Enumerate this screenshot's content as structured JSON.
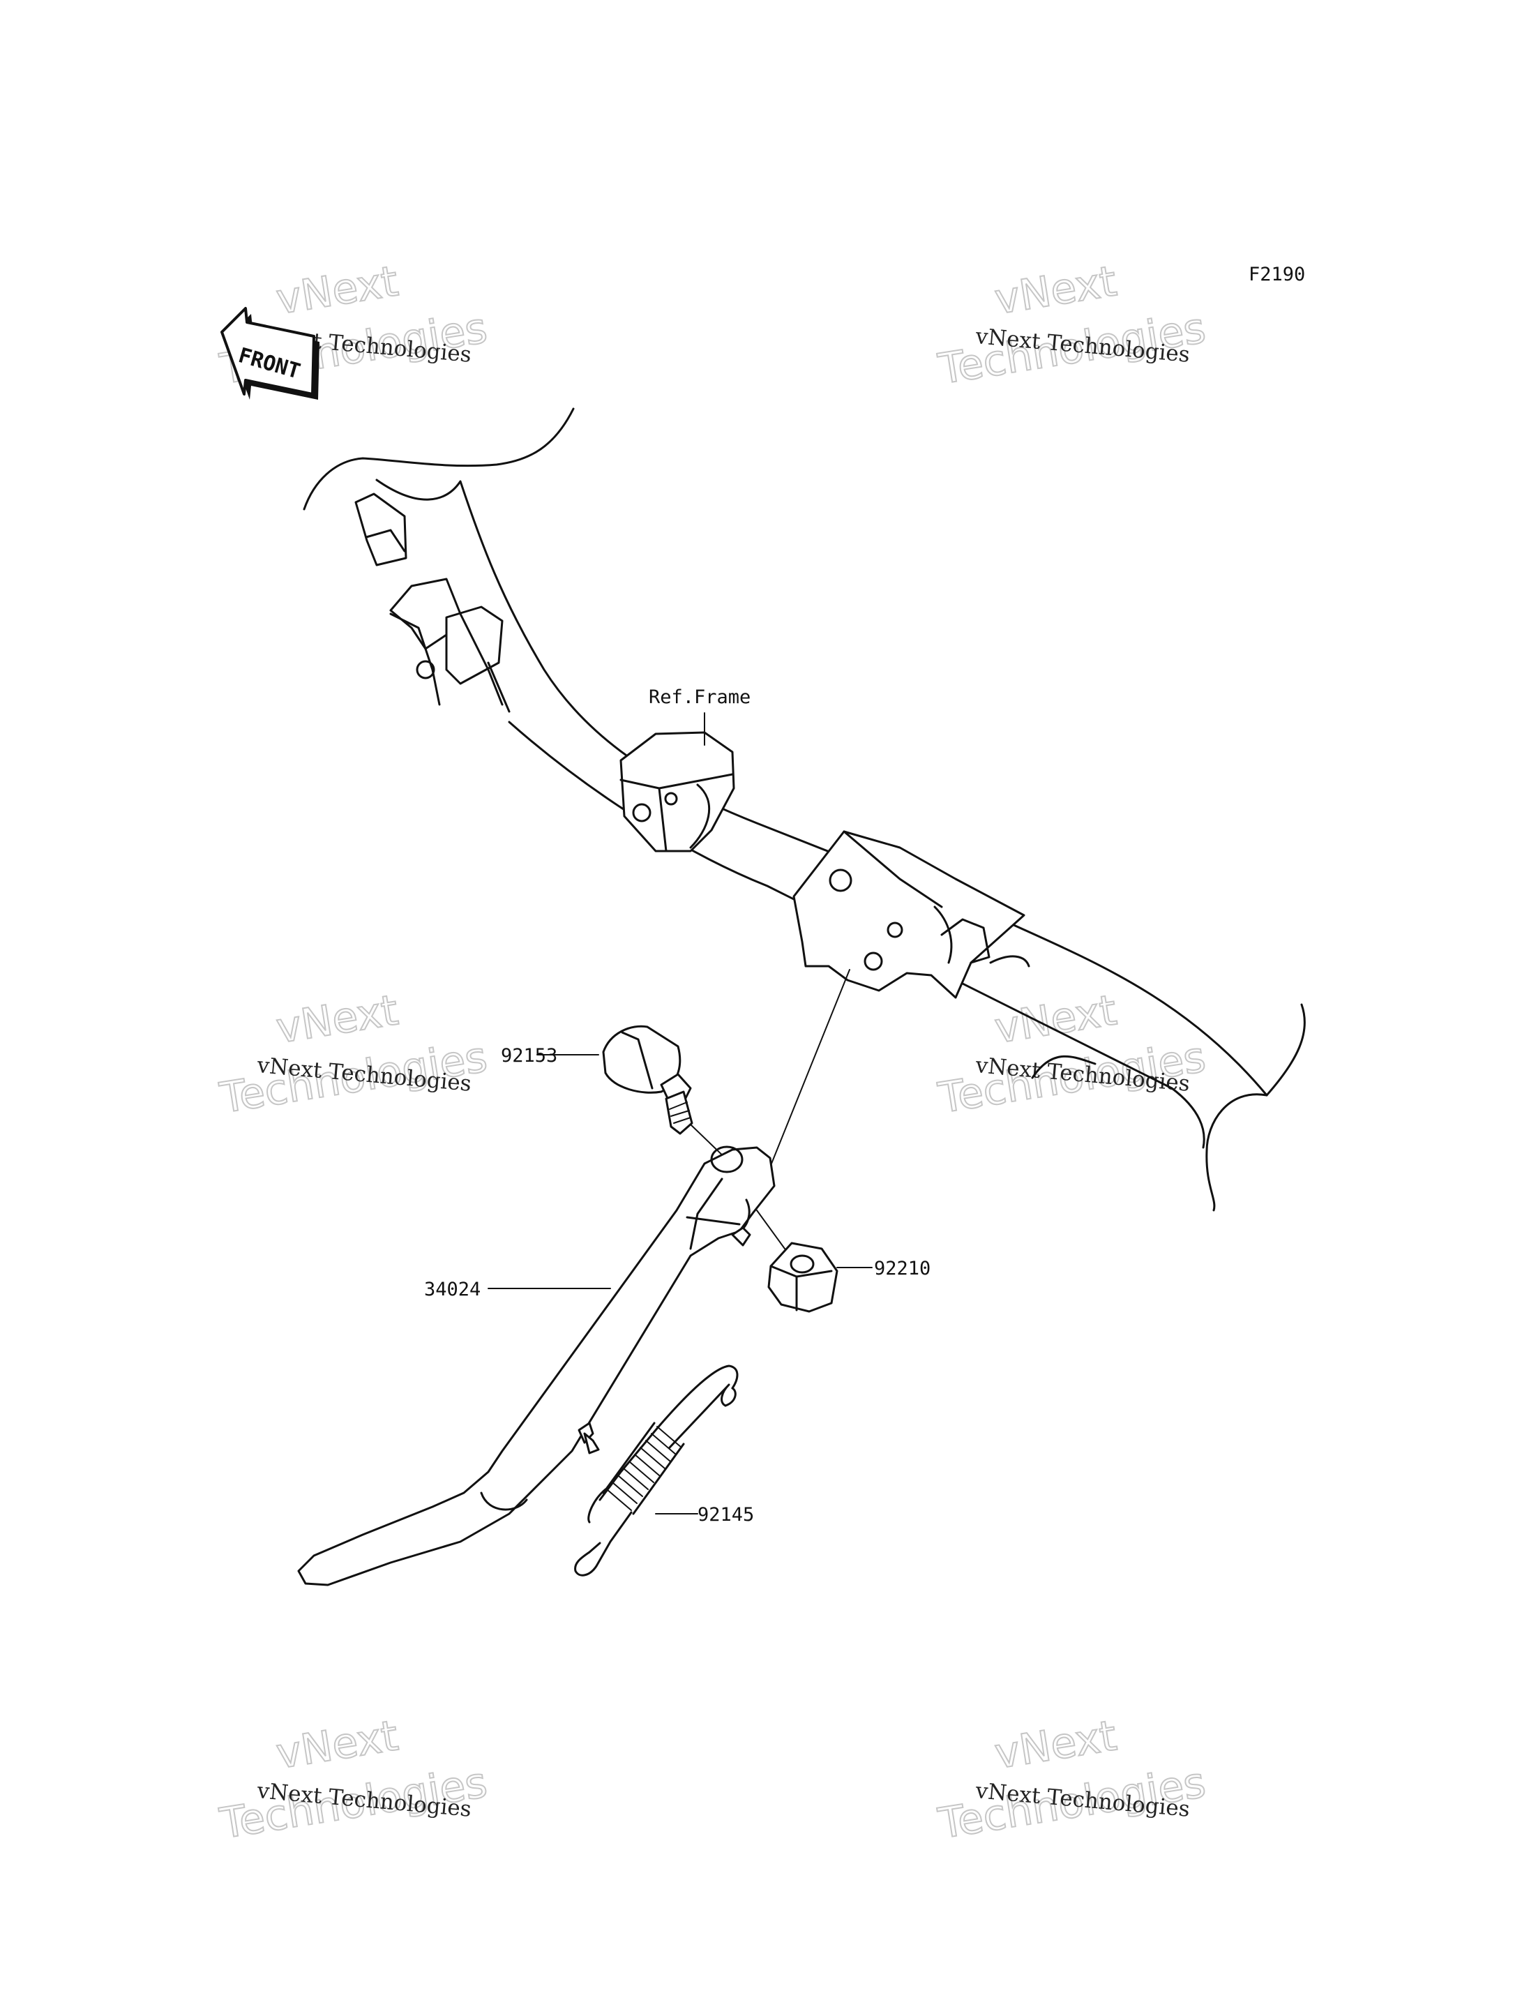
{
  "diagram_code": "F2190",
  "front_arrow": {
    "text": "FRONT",
    "icon": "front-arrow-icon"
  },
  "ref_label": "Ref.Frame",
  "parts": [
    {
      "number": "92153",
      "part": "bolt"
    },
    {
      "number": "92210",
      "part": "nut"
    },
    {
      "number": "34024",
      "part": "side-stand"
    },
    {
      "number": "92145",
      "part": "spring"
    }
  ],
  "watermark": {
    "small": "vNext Technologies",
    "top": "vNext",
    "bottom": "Technologies"
  },
  "colors": {
    "line": "#111111",
    "watermark": "#c6c6c6",
    "background": "#ffffff"
  }
}
